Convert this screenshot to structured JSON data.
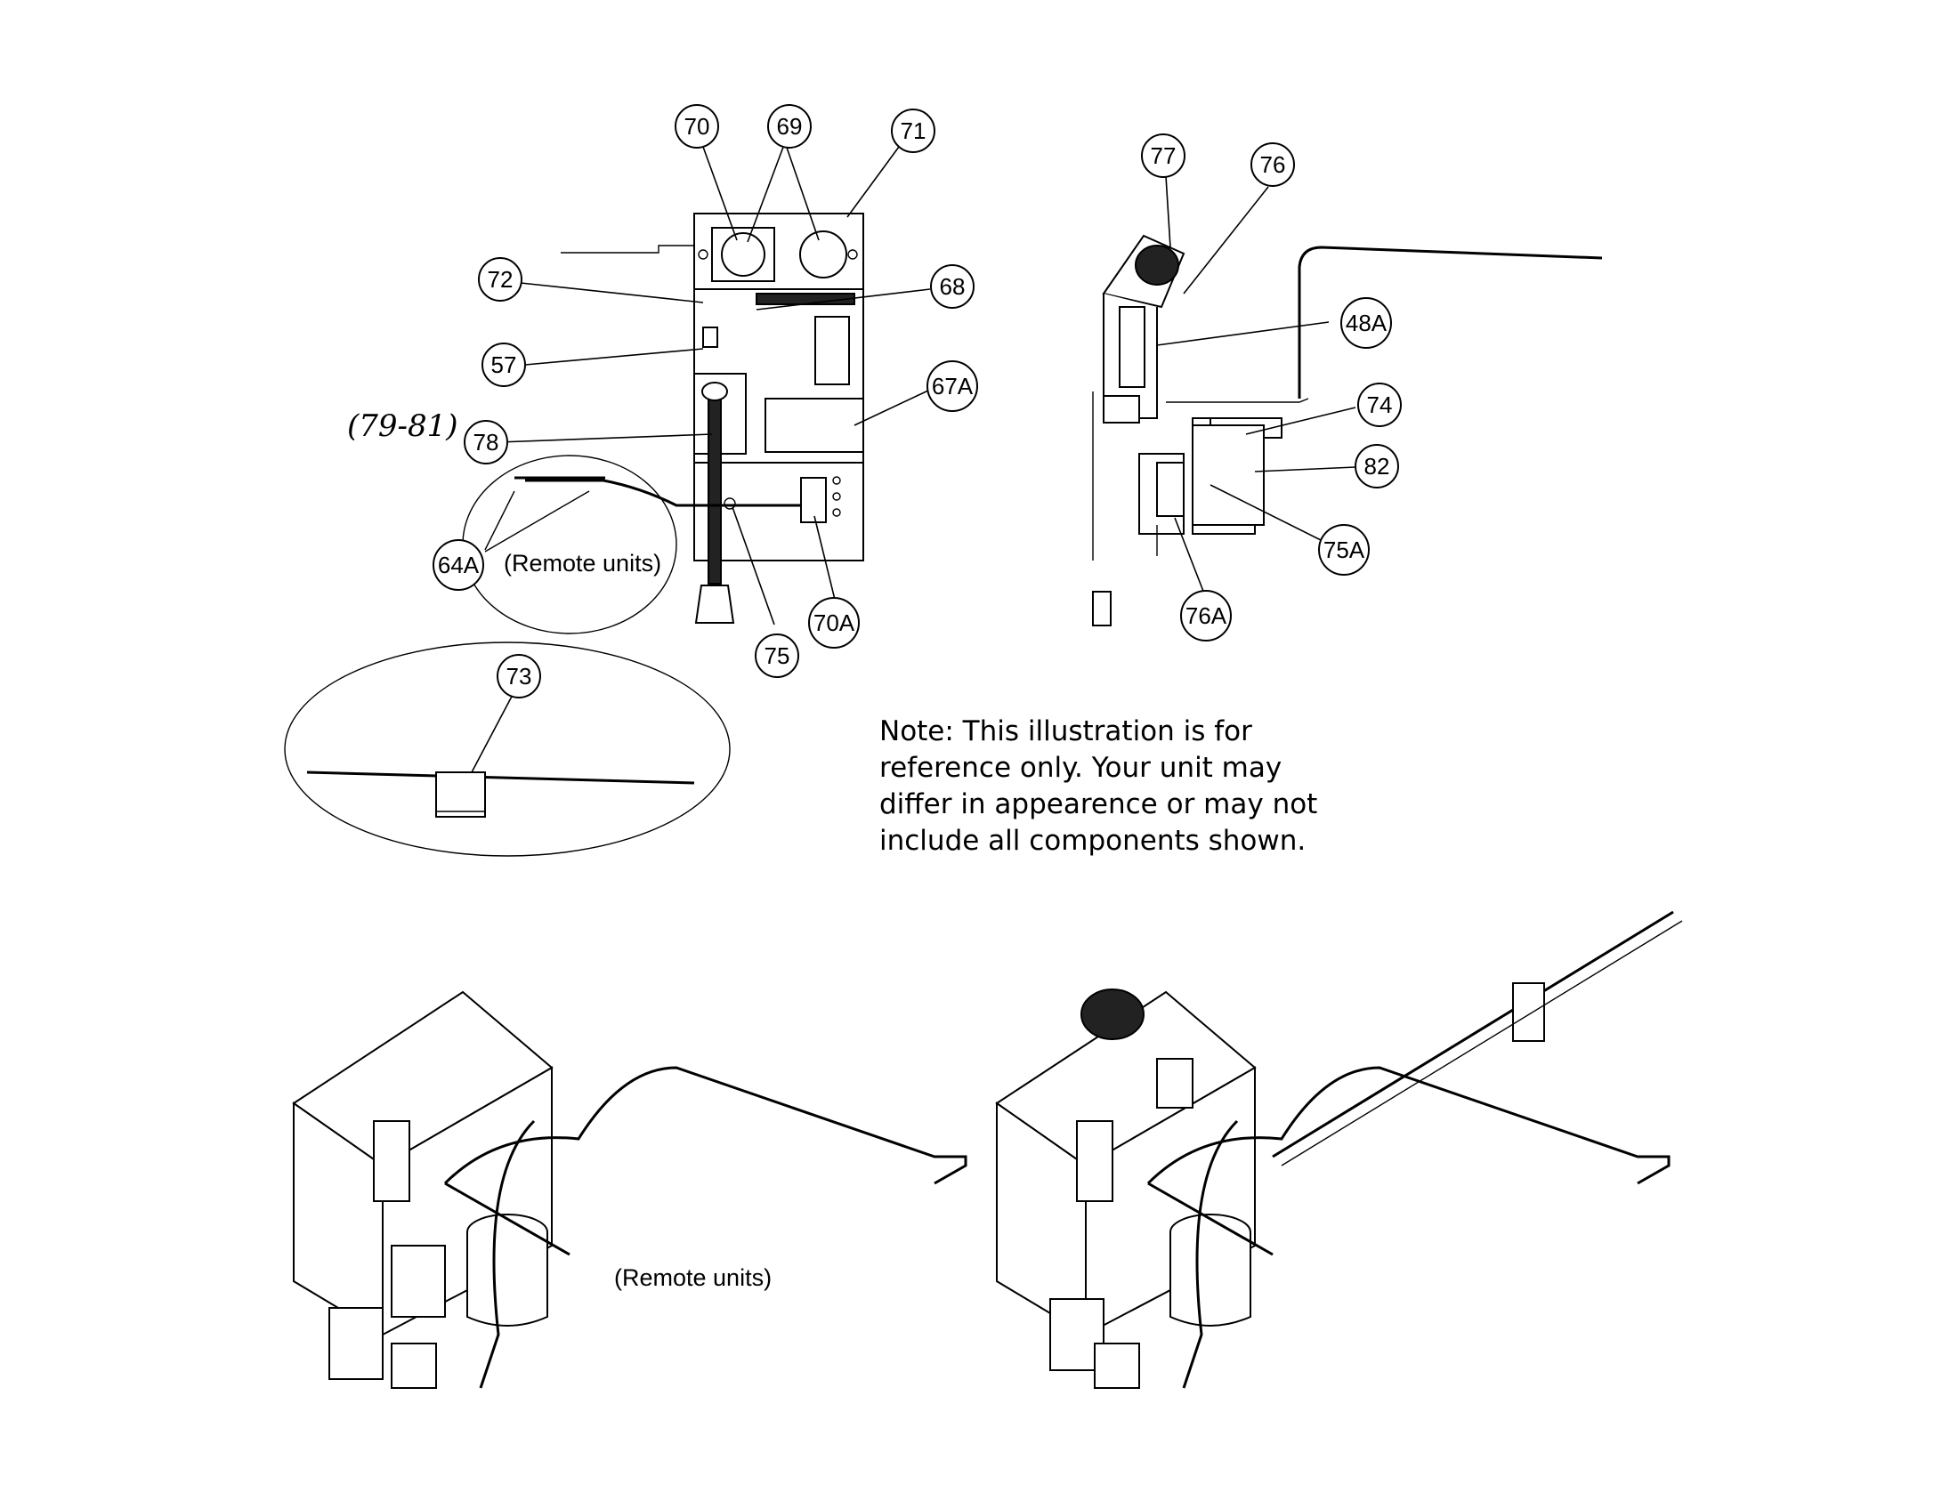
{
  "callouts": {
    "c70": "70",
    "c69": "69",
    "c71": "71",
    "c72": "72",
    "c68": "68",
    "c57": "57",
    "c67a": "67A",
    "c78": "78",
    "c64a": "64A",
    "c75": "75",
    "c70a": "70A",
    "c73": "73",
    "c77": "77",
    "c76": "76",
    "c48a": "48A",
    "c74": "74",
    "c82": "82",
    "c75a": "75A",
    "c76a": "76A"
  },
  "handwritten_note": "(79-81)",
  "remote_label_top": "(Remote units)",
  "remote_label_bottom": "(Remote units)",
  "note": {
    "line1": "Note: This illustration is for",
    "line2": "reference only. Your unit may",
    "line3": "differ in appearence or may not",
    "line4": "include all components shown."
  }
}
